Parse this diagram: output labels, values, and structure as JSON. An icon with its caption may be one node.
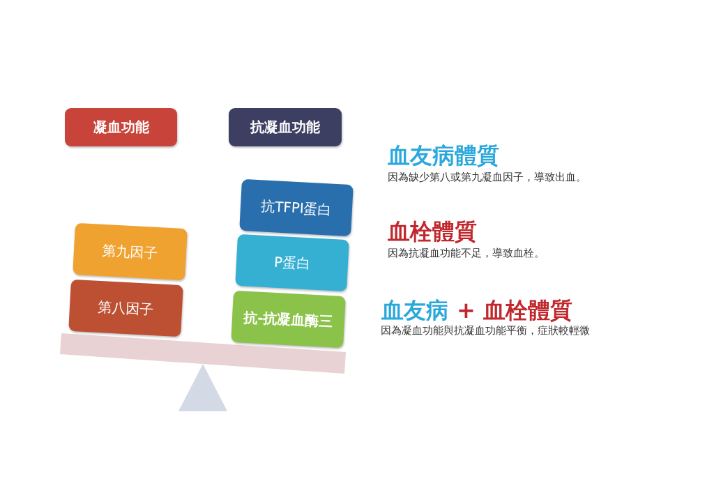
{
  "diagram": {
    "nodes": [
      {
        "text": [
          "凝血功能"
        ]
      },
      {
        "text": [
          "抗凝血功能"
        ]
      },
      {
        "text": [
          "抗TFPI蛋白"
        ]
      },
      {
        "text": [
          "第九因子"
        ]
      },
      {
        "text": [
          "P蛋白"
        ]
      },
      {
        "text": [
          "第八因子"
        ]
      },
      {
        "text": [
          "抗-抗凝血酶三"
        ]
      }
    ],
    "labels": [
      "血友病體質",
      "因為缺少第八或第九凝血因子，導致出血。",
      "血栓體質",
      "因為抗凝血功能不足，導致血栓。",
      "血友病",
      "+ 血栓體質",
      "因為凝血功能與抗凝血功能平衡，症狀較輕微"
    ]
  }
}
